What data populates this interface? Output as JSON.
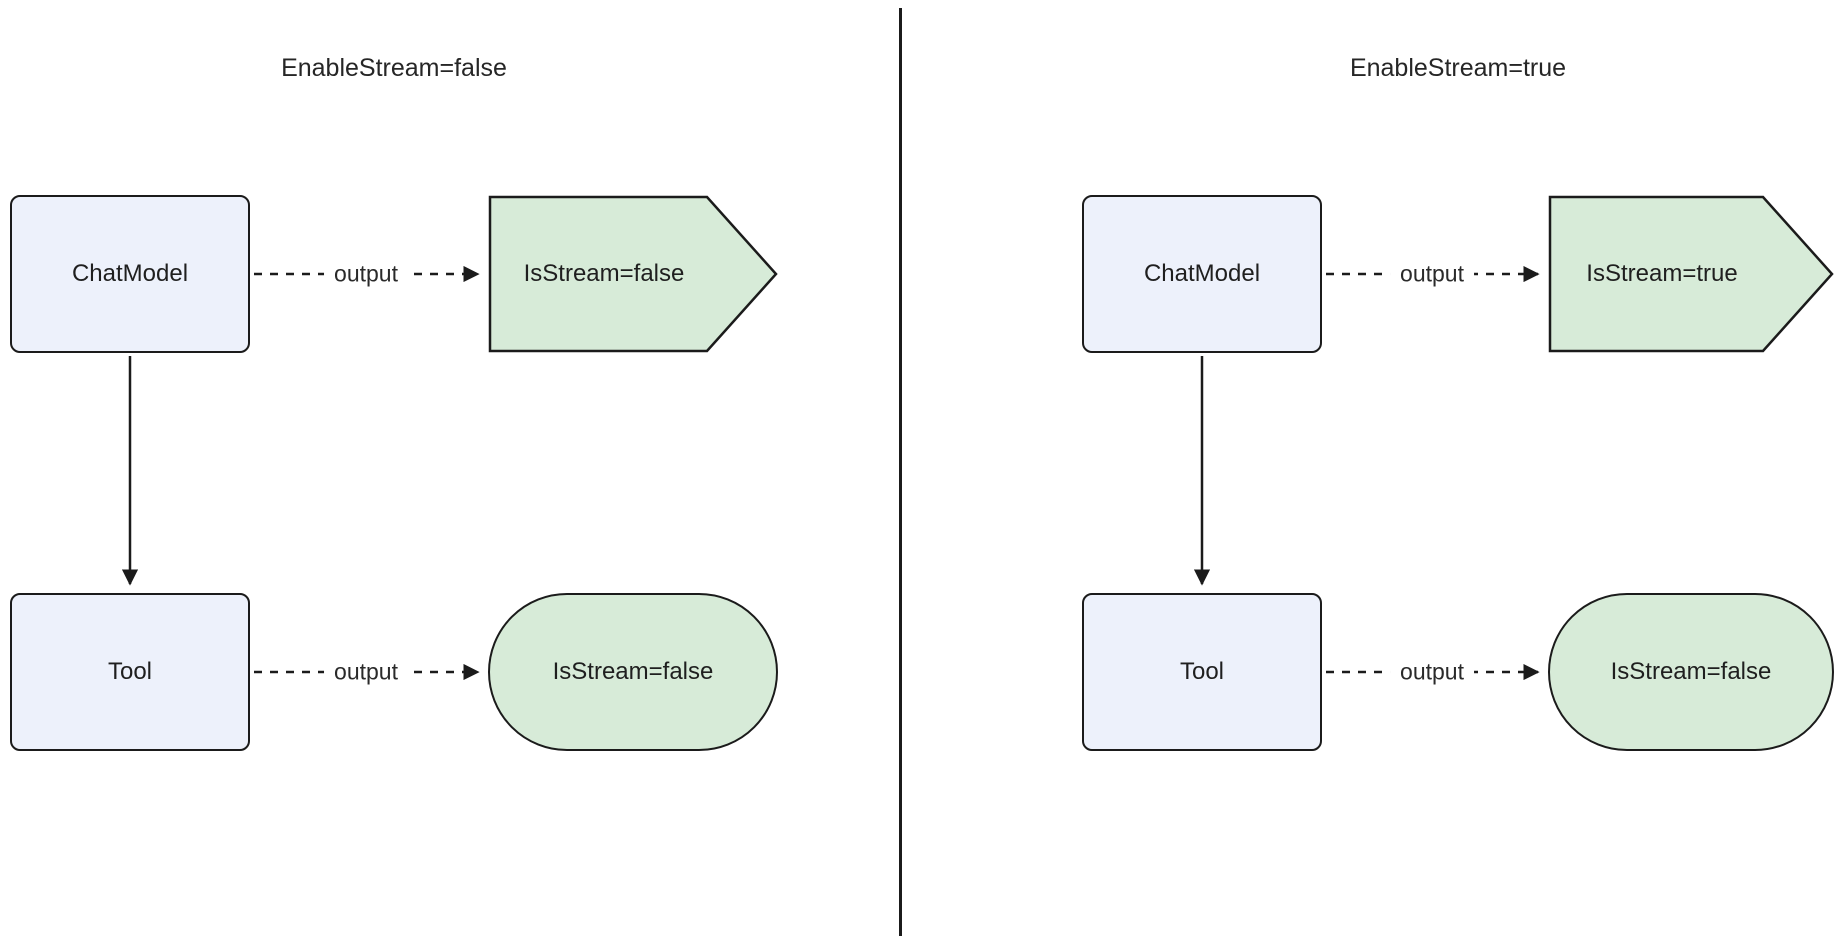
{
  "panels": [
    {
      "title": "EnableStream=false",
      "nodes": {
        "chat_model": "ChatModel",
        "tool": "Tool",
        "chat_result": "IsStream=false",
        "tool_result": "IsStream=false"
      },
      "edges": {
        "chat_output": "output",
        "tool_output": "output"
      }
    },
    {
      "title": "EnableStream=true",
      "nodes": {
        "chat_model": "ChatModel",
        "tool": "Tool",
        "chat_result": "IsStream=true",
        "tool_result": "IsStream=false"
      },
      "edges": {
        "chat_output": "output",
        "tool_output": "output"
      }
    }
  ],
  "colors": {
    "node_fill": "#edf1fb",
    "result_fill": "#d7ebd8",
    "border_color": "#1b1b1b",
    "text_color": "#1f1f1f",
    "bg": "#ffffff"
  }
}
